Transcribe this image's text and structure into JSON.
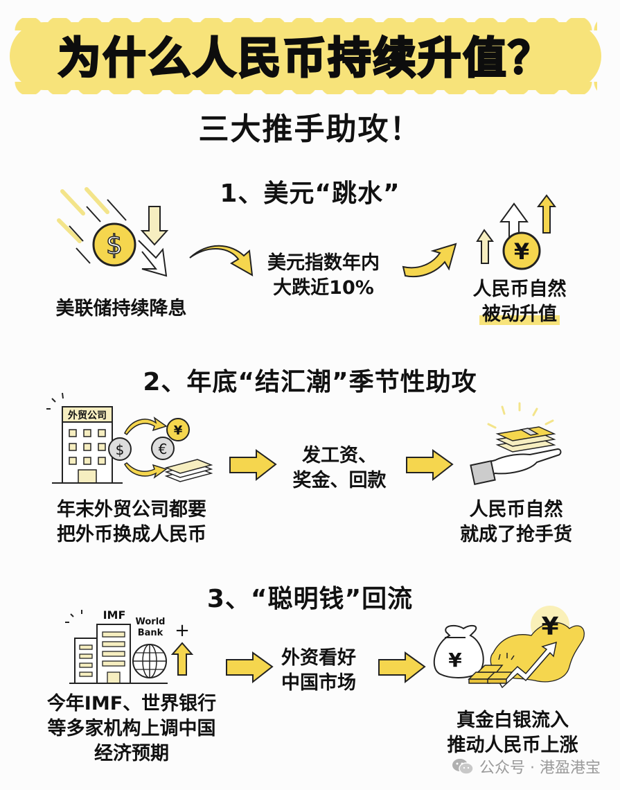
{
  "header": {
    "title": "为什么人民币持续升值？",
    "subtitle": "三大推手助攻！"
  },
  "colors": {
    "accent_yellow": "#f7e37a",
    "coin_yellow": "#f5d64e",
    "text": "#111111",
    "watermark": "#9a9a9a"
  },
  "sections": [
    {
      "heading": "1、美元“跳水”",
      "steps": [
        {
          "caption_lines": [
            "美联储持续降息"
          ],
          "icon": "falling-dollar-coin-icon"
        },
        {
          "caption_lines": [
            "美元指数年内",
            "大跌近10%"
          ],
          "icon": "curved-arrow-icon"
        },
        {
          "caption_lines": [
            "人民币自然",
            "被动升值"
          ],
          "icon": "rising-yuan-coin-icon"
        }
      ]
    },
    {
      "heading": "2、年底“结汇潮”季节性助攻",
      "building_sign": "外贸公司",
      "steps": [
        {
          "caption_lines": [
            "年末外贸公司都要",
            "把外币换成人民币"
          ],
          "icon": "trade-company-exchange-icon"
        },
        {
          "caption_lines": [
            "发工资、",
            "奖金、回款"
          ],
          "icon": "right-arrow-icon"
        },
        {
          "caption_lines": [
            "人民币自然",
            "就成了抢手货"
          ],
          "icon": "hand-receiving-cash-icon"
        }
      ]
    },
    {
      "heading": "3、“聪明钱”回流",
      "building_labels": {
        "imf": "IMF",
        "world_bank_1": "World",
        "world_bank_2": "Bank",
        "plus": "+"
      },
      "steps": [
        {
          "caption_lines": [
            "今年IMF、世界银行",
            "等多家机构上调中国",
            "经济预期"
          ],
          "icon": "imf-worldbank-buildings-icon"
        },
        {
          "caption_lines": [
            "外资看好",
            "中国市场"
          ],
          "icon": "right-arrow-icon"
        },
        {
          "caption_lines": [
            "真金白银流入",
            "推动人民币上涨"
          ],
          "icon": "money-bag-gold-china-map-icon"
        }
      ]
    }
  ],
  "symbols": {
    "dollar": "$",
    "yuan": "¥",
    "euro": "€"
  },
  "watermark": {
    "label": "公众号 · 港盈港宝",
    "icon": "wechat-icon"
  }
}
